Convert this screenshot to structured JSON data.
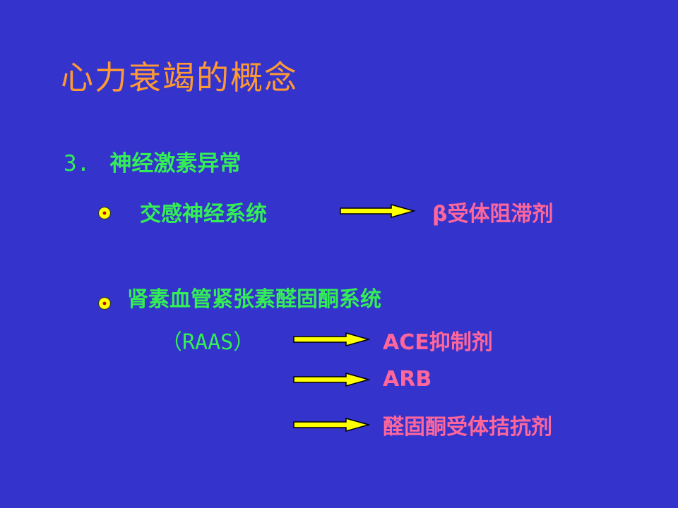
{
  "slide": {
    "title": "心力衰竭的概念",
    "heading_number": "3.",
    "heading_text": "神经激素异常",
    "sympathetic": {
      "label": "交感神经系统",
      "target": "β受体阻滞剂"
    },
    "raas": {
      "label": "肾素血管紧张素醛固酮系统",
      "abbr": "（RAAS）",
      "targets": [
        "ACE抑制剂",
        "ARB",
        "醛固酮受体拮抗剂"
      ]
    }
  },
  "colors": {
    "background": "#3434cd",
    "title": "#ff9933",
    "green_text": "#33ee55",
    "pink_text": "#ff6699",
    "arrow_fill": "#ffff00",
    "bullet_fill": "#ffff00",
    "bullet_dot": "#cc0000"
  },
  "icons": {
    "bullet": "bullet-dot-icon",
    "arrow": "right-arrow-icon"
  }
}
